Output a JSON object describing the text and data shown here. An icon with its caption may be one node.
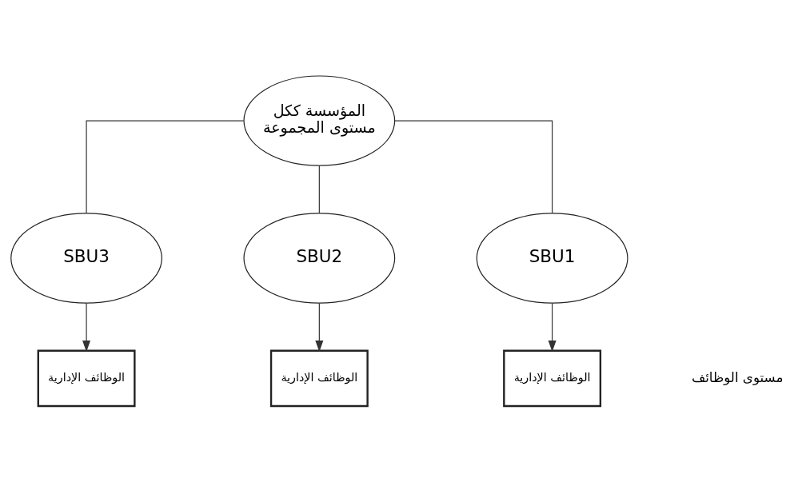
{
  "diagram": {
    "nodes": [
      {
        "text": [
          "المؤسسة ككل",
          "مستوى المجموعة"
        ]
      },
      {
        "text": [
          "SBU3"
        ]
      },
      {
        "text": [
          "SBU2"
        ]
      },
      {
        "text": [
          "SBU1"
        ]
      },
      {
        "text": [
          "الوظائف الإدارية"
        ]
      },
      {
        "text": [
          "الوظائف الإدارية"
        ]
      },
      {
        "text": [
          "الوظائف الإدارية"
        ]
      }
    ],
    "edges": [
      {
        "from": 0,
        "to": 1,
        "arrow": "none"
      },
      {
        "from": 0,
        "to": 2,
        "arrow": "none"
      },
      {
        "from": 0,
        "to": 3,
        "arrow": "none"
      },
      {
        "from": 1,
        "to": 4,
        "arrow": "to"
      },
      {
        "from": 2,
        "to": 5,
        "arrow": "to"
      },
      {
        "from": 3,
        "to": 6,
        "arrow": "to"
      }
    ],
    "labels": [
      "مستوى الوظائف"
    ]
  }
}
